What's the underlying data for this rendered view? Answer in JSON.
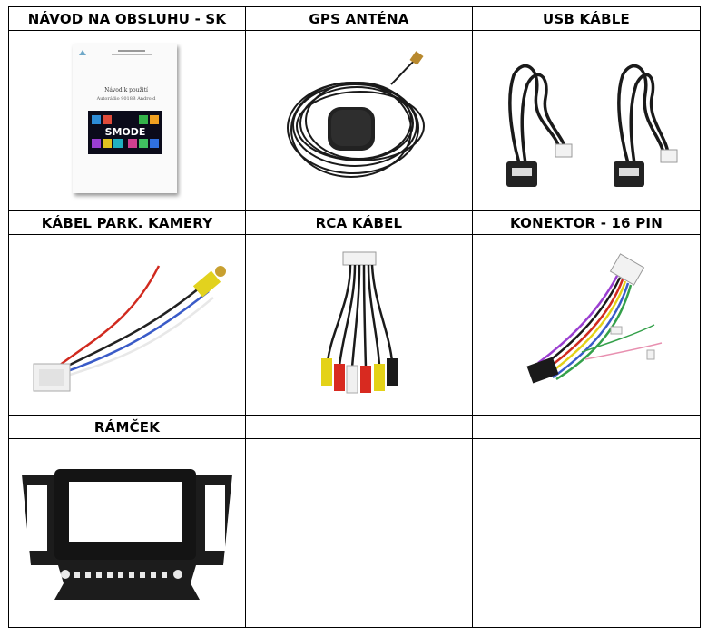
{
  "cells": {
    "manual": {
      "label": "NÁVOD NA OBSLUHU - SK",
      "doc_title": "Návod k použití",
      "doc_subtitle": "Autorádio 9018B Android",
      "logo_text": "SMODE"
    },
    "gps": {
      "label": "GPS ANTÉNA"
    },
    "usb": {
      "label": "USB KÁBLE"
    },
    "camera": {
      "label": "KÁBEL PARK. KAMERY"
    },
    "rca": {
      "label": "RCA KÁBEL"
    },
    "connector": {
      "label": "KONEKTOR - 16 PIN"
    },
    "frame": {
      "label": "RÁMČEK"
    },
    "empty1": {
      "label": ""
    },
    "empty2": {
      "label": ""
    }
  }
}
